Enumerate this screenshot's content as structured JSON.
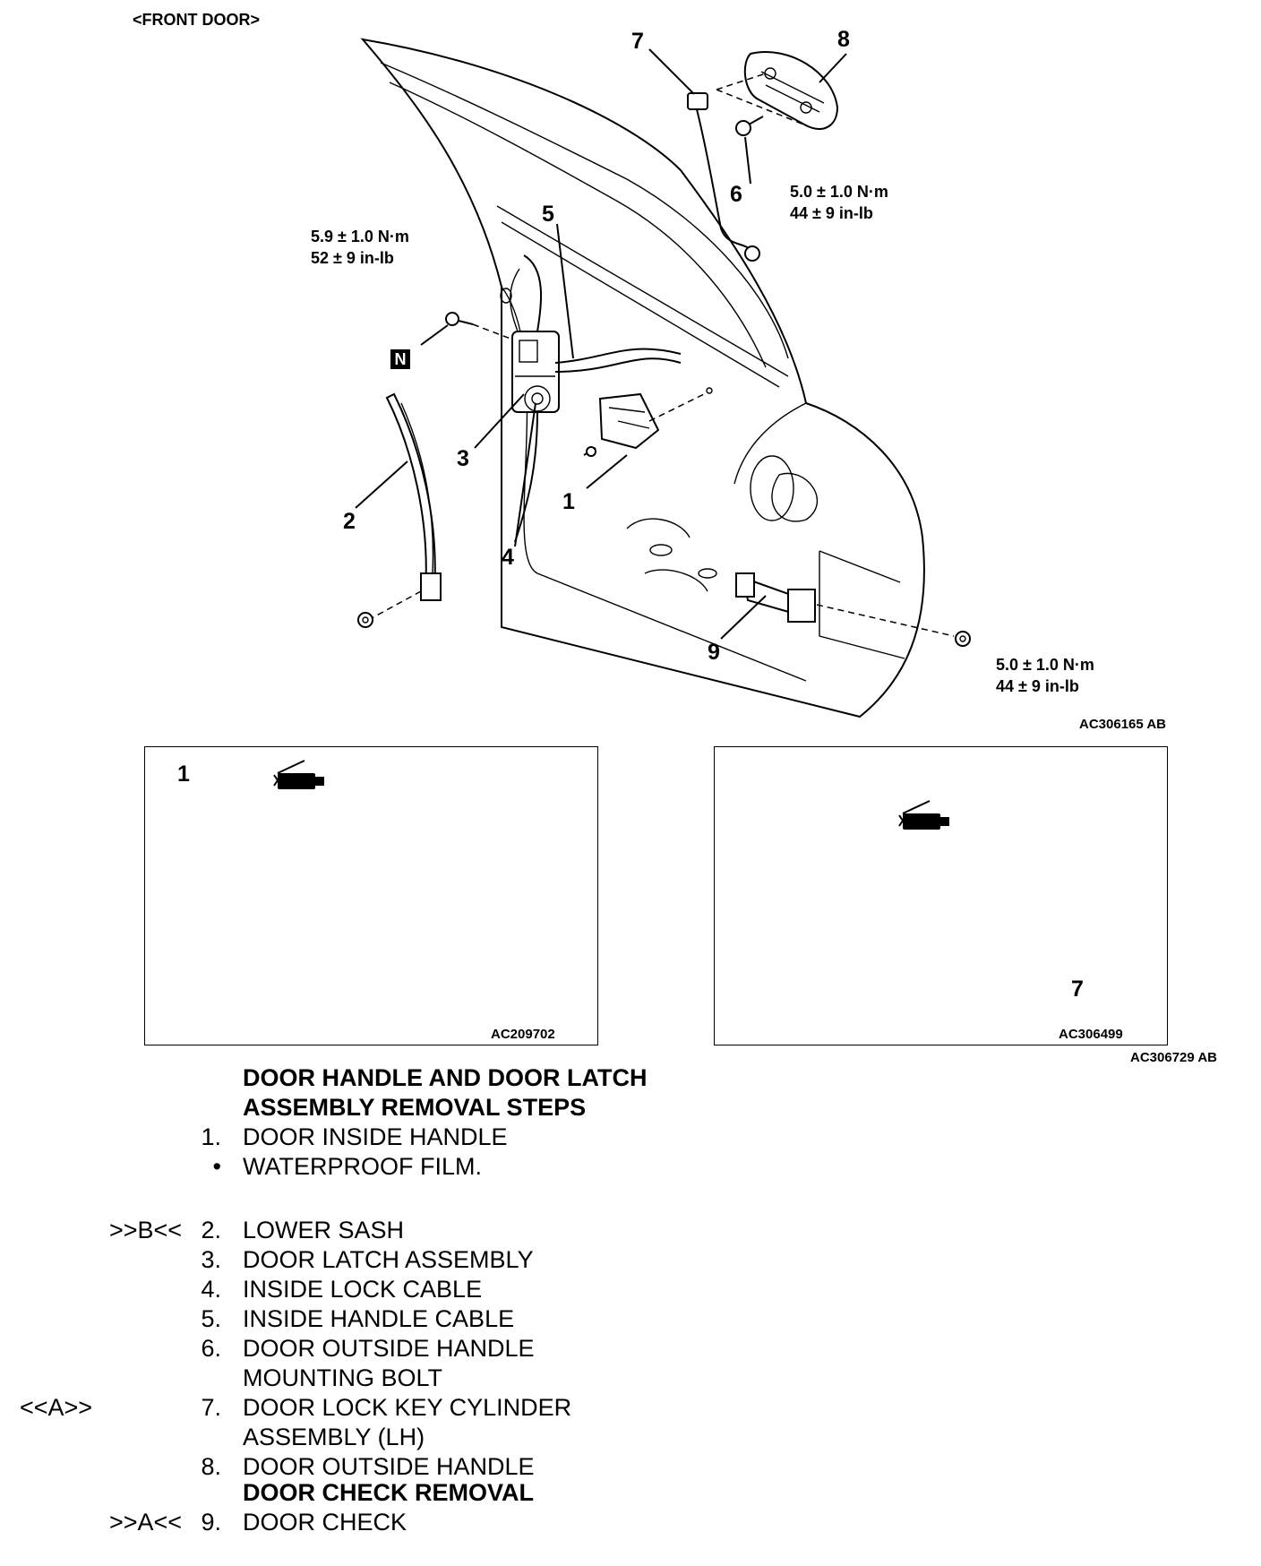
{
  "front_label": "<FRONT DOOR>",
  "callouts": {
    "c1": "1",
    "c2": "2",
    "c3": "3",
    "c4": "4",
    "c5": "5",
    "c6": "6",
    "c7": "7",
    "c8": "8",
    "c9": "9"
  },
  "torques": {
    "latch_bolt": {
      "nm": "5.9 ± 1.0 N·m",
      "inlb": "52 ± 9 in-lb"
    },
    "outside_handle_bolt": {
      "nm": "5.0 ± 1.0 N·m",
      "inlb": "44 ± 9 in-lb"
    },
    "door_check_bolt": {
      "nm": "5.0 ± 1.0 N·m",
      "inlb": "44 ± 9 in-lb"
    }
  },
  "new_part_badge": "N",
  "figure_ids": {
    "main": "AC306165 AB",
    "inset_left": "AC209702",
    "inset_right": "AC306499",
    "overall": "AC306729 AB"
  },
  "inset_callouts": {
    "left": "1",
    "right": "7"
  },
  "icons": [
    "grease-gun-icon",
    "grease-gun-icon"
  ],
  "procedure": {
    "heading_line1": "DOOR HANDLE AND DOOR LATCH",
    "heading_line2": "ASSEMBLY REMOVAL STEPS",
    "steps": [
      {
        "marker": "",
        "num": "1.",
        "text": "DOOR INSIDE HANDLE"
      },
      {
        "marker": "",
        "num": "•",
        "text": "WATERPROOF FILM."
      },
      {
        "marker": ">>B<<",
        "num": "2.",
        "text": "LOWER SASH"
      },
      {
        "marker": "",
        "num": "3.",
        "text": "DOOR LATCH ASSEMBLY"
      },
      {
        "marker": "",
        "num": "4.",
        "text": "INSIDE LOCK CABLE"
      },
      {
        "marker": "",
        "num": "5.",
        "text": "INSIDE HANDLE CABLE"
      },
      {
        "marker": "",
        "num": "6.",
        "text": "DOOR OUTSIDE HANDLE"
      },
      {
        "marker": "",
        "num": "",
        "text": "MOUNTING BOLT"
      },
      {
        "marker": "<<A>>",
        "num": "7.",
        "text": "DOOR LOCK KEY CYLINDER"
      },
      {
        "marker": "",
        "num": "",
        "text": "ASSEMBLY (LH)"
      },
      {
        "marker": "",
        "num": "8.",
        "text": "DOOR OUTSIDE HANDLE"
      }
    ],
    "heading2": "DOOR CHECK REMOVAL",
    "steps2": [
      {
        "marker": ">>A<<",
        "num": "9.",
        "text": "DOOR CHECK"
      }
    ]
  }
}
